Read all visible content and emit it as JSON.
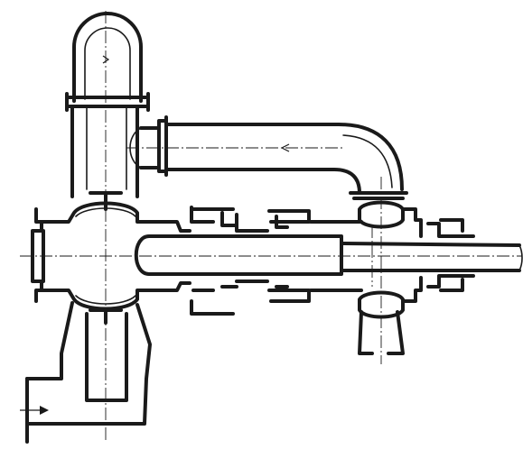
{
  "figure": {
    "type": "technical-line-drawing",
    "subject": "pump-cross-section",
    "line_color": "#1a1a1a",
    "background_color": "#ffffff",
    "flow_arrows": [
      "inlet-arrow",
      "return-pipe-arrow"
    ]
  }
}
